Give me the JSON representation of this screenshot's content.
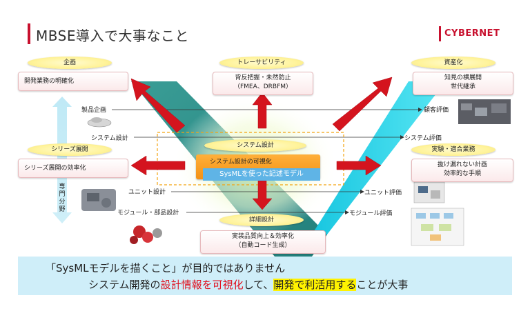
{
  "header": {
    "title": "MBSE導入で大事なこと",
    "brand": "CYBERNET"
  },
  "ovals": {
    "planning": "企画",
    "traceability": "トレーサビリティ",
    "assetization": "資産化",
    "series": "シリーズ展開",
    "system_design": "システム設計",
    "validation": "実験・適合業務",
    "detail_design": "詳細設計"
  },
  "boxes": {
    "planning_text": "開発業務の明確化",
    "trace_line1": "背反把握・未然防止",
    "trace_line2": "（FMEA、DRBFM）",
    "asset_line1": "知見の横展開",
    "asset_line2": "世代継承",
    "series_text": "シリーズ展開の効率化",
    "visualize_text": "システム設計の可視化",
    "sysml_text": "SysMLを使った記述モデル",
    "validation_line1": "抜け漏れない計画",
    "validation_line2": "効率的な手順",
    "detail_line1": "実装品質向上＆効率化",
    "detail_line2": "（自動コード生成）"
  },
  "labels": {
    "product_planning": "製品企画",
    "system_design_left": "システム設計",
    "unit_design": "ユニット設計",
    "module_design": "モジュール・部品設計",
    "customer_eval": "顧客評価",
    "system_eval": "システム評価",
    "unit_eval": "ユニット評価",
    "module_eval": "モジュール評価",
    "specialty": "専門分野"
  },
  "bottom": {
    "line1": "「SysMLモデルを描くこと」が目的ではありません",
    "line2_a": "システム開発の",
    "line2_b": "設計情報を可視化",
    "line2_c": "して、",
    "line2_d": "開発で利活用する",
    "line2_e": "ことが大事"
  },
  "colors": {
    "accent_red": "#c8102e",
    "arrow_red": "#d4141e",
    "teal": "#2a8f8a",
    "cyan": "#2fd4ea",
    "light_blue": "#cfeef9",
    "highlight": "#fff200"
  },
  "icons": {
    "car": "car-icon",
    "engine": "engine-icon",
    "parts": "brake-parts-icon",
    "crowd": "crowd-photo-icon",
    "lab": "lab-photo-icon",
    "diagram": "diagram-screenshot-icon"
  }
}
